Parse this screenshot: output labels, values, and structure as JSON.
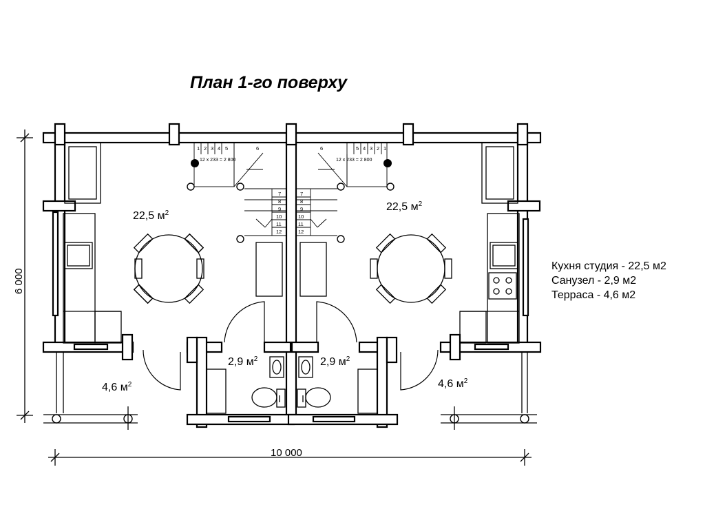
{
  "title": "План 1-го поверху",
  "areas": {
    "studio_left": "22,5 м",
    "studio_right": "22,5 м",
    "bath_left": "2,9 м",
    "bath_right": "2,9 м",
    "terrace_left": "4,6 м",
    "terrace_right": "4,6 м",
    "superscript": "2"
  },
  "stairs": {
    "top_steps": [
      "1",
      "2",
      "3",
      "4",
      "5"
    ],
    "landing_step": "6",
    "bottom_steps": [
      "7",
      "8",
      "9",
      "10",
      "11",
      "12"
    ],
    "formula": "12 x 233 = 2 800"
  },
  "dimensions": {
    "width": "10 000",
    "height": "6 000"
  },
  "legend": [
    "Кухня студия - 22,5 м2",
    "Санузел - 2,9 м2",
    "Терраса - 4,6 м2"
  ],
  "colors": {
    "line": "#000000",
    "background": "#ffffff"
  }
}
